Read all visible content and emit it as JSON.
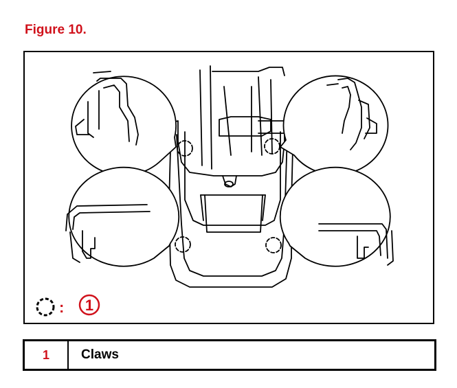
{
  "figure": {
    "title": "Figure 10."
  },
  "callout": {
    "separator": ":",
    "number": "1"
  },
  "legend": [
    {
      "number": "1",
      "label": "Claws"
    }
  ],
  "colors": {
    "accent": "#d0111b",
    "line": "#000000"
  }
}
